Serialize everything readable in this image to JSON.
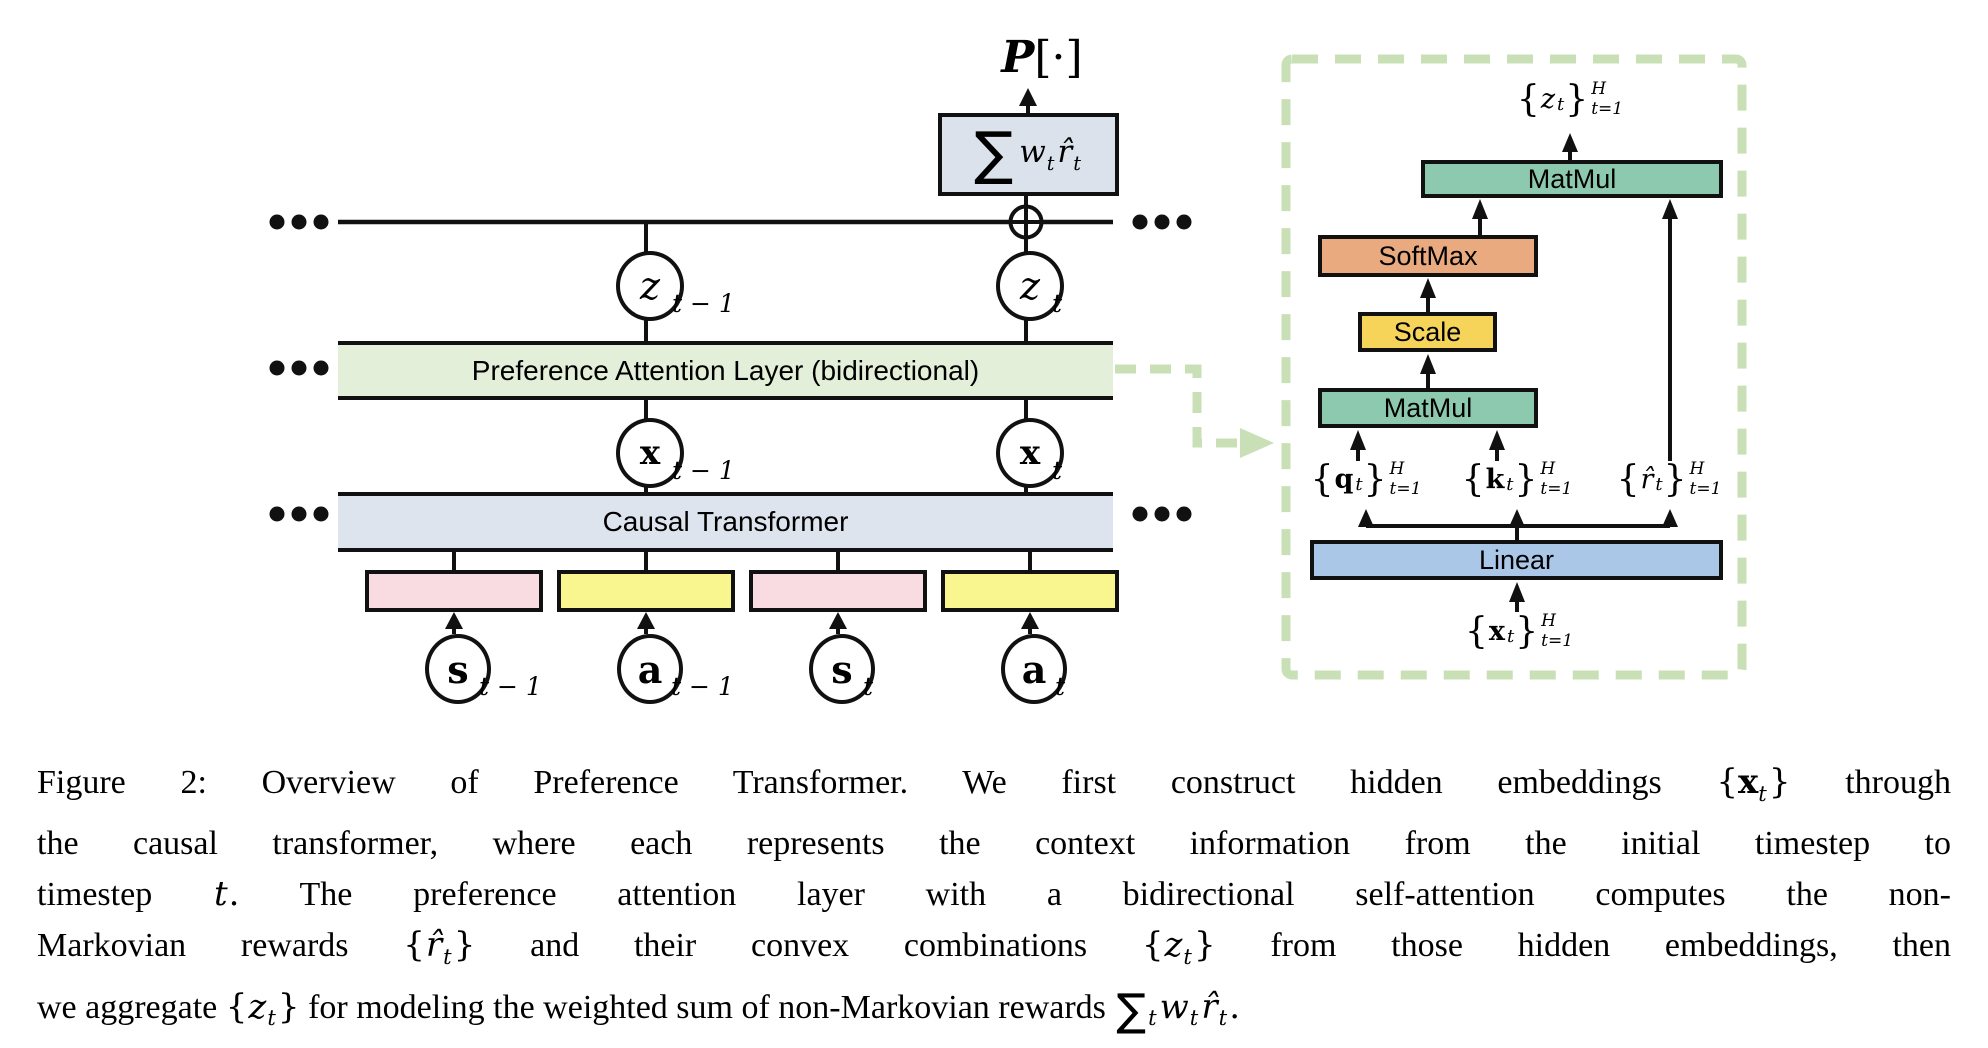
{
  "colors": {
    "ink": "#111111",
    "band_green": "#e3efd8",
    "band_blue": "#dde4ed",
    "sum_box": "#dbe2eb",
    "pink": "#f8dce1",
    "yellow": "#f9f58f",
    "teal": "#8cc9ae",
    "orange": "#eaaa80",
    "scale_yellow": "#f6d45a",
    "linear_blue": "#abc7e8",
    "dashed_green": "#c9e0b6"
  },
  "icons": {
    "aggregate": "oplus-circled-plus",
    "continuation": "ellipsis-dots"
  },
  "figure": {
    "left": {
      "p_label_runs": [
        [
          "P",
          "bi"
        ],
        [
          "[·]",
          "p"
        ]
      ],
      "sum_runs": [
        [
          "∑",
          "sum"
        ],
        [
          "w",
          "i"
        ],
        [
          "t",
          "sub"
        ],
        [
          "r̂",
          "i"
        ],
        [
          "t",
          "sub"
        ]
      ],
      "attention_band": "Preference Attention Layer (bidirectional)",
      "causal_band": "Causal Transformer",
      "hidden_circles": [
        {
          "letter": "z",
          "sub": "t − 1"
        },
        {
          "letter": "z",
          "sub": "t"
        },
        {
          "letter": "x",
          "sub": "t − 1"
        },
        {
          "letter": "x",
          "sub": "t"
        }
      ],
      "token_circles": [
        {
          "letter": "s",
          "sub": "t − 1"
        },
        {
          "letter": "a",
          "sub": "t − 1"
        },
        {
          "letter": "s",
          "sub": "t"
        },
        {
          "letter": "a",
          "sub": "t"
        }
      ]
    },
    "right": {
      "boxes": {
        "matmul_top": "MatMul",
        "softmax": "SoftMax",
        "scale": "Scale",
        "matmul_qk": "MatMul",
        "linear": "Linear"
      },
      "set_parts": {
        "open": "{",
        "close": "}",
        "sub": "t",
        "sup": "H",
        "lower": "t=1"
      },
      "sets": {
        "z": {
          "sym": "z",
          "style": "i"
        },
        "q": {
          "sym": "q",
          "style": "b"
        },
        "k": {
          "sym": "k",
          "style": "b"
        },
        "r": {
          "sym": "r̂",
          "style": "i"
        },
        "x": {
          "sym": "x",
          "style": "b"
        }
      }
    },
    "caption_lines": [
      [
        {
          "t": "Figure 2: Overview of Preference Transformer. We first construct hidden embeddings "
        },
        {
          "m": [
            [
              "{",
              "p"
            ],
            [
              "x",
              "b"
            ],
            [
              "t",
              "sub"
            ],
            [
              "}",
              "p"
            ]
          ]
        },
        {
          "t": " through"
        }
      ],
      [
        {
          "t": "the causal transformer, where each represents the context information from the initial timestep to"
        }
      ],
      [
        {
          "t": "timestep "
        },
        {
          "m": [
            [
              "t",
              "i"
            ],
            [
              ".",
              "p"
            ]
          ]
        },
        {
          "t": " The preference attention layer with a bidirectional self-attention computes the non-"
        }
      ],
      [
        {
          "t": "Markovian rewards "
        },
        {
          "m": [
            [
              "{",
              "p"
            ],
            [
              "r̂",
              "i"
            ],
            [
              "t",
              "sub"
            ],
            [
              "}",
              "p"
            ]
          ]
        },
        {
          "t": " and their convex combinations "
        },
        {
          "m": [
            [
              "{",
              "p"
            ],
            [
              "z",
              "i"
            ],
            [
              "t",
              "sub"
            ],
            [
              "}",
              "p"
            ]
          ]
        },
        {
          "t": " from those hidden embeddings, then"
        }
      ],
      [
        {
          "t": "we aggregate "
        },
        {
          "m": [
            [
              "{",
              "p"
            ],
            [
              "z",
              "i"
            ],
            [
              "t",
              "sub"
            ],
            [
              "}",
              "p"
            ]
          ]
        },
        {
          "t": " for modeling the weighted sum of non-Markovian rewards "
        },
        {
          "m": [
            [
              "∑",
              "bigsum"
            ],
            [
              "t",
              "sub"
            ],
            [
              "w",
              "i"
            ],
            [
              "t",
              "sub"
            ],
            [
              "r̂",
              "i"
            ],
            [
              "t",
              "sub"
            ],
            [
              ".",
              "p"
            ]
          ]
        }
      ]
    ]
  }
}
